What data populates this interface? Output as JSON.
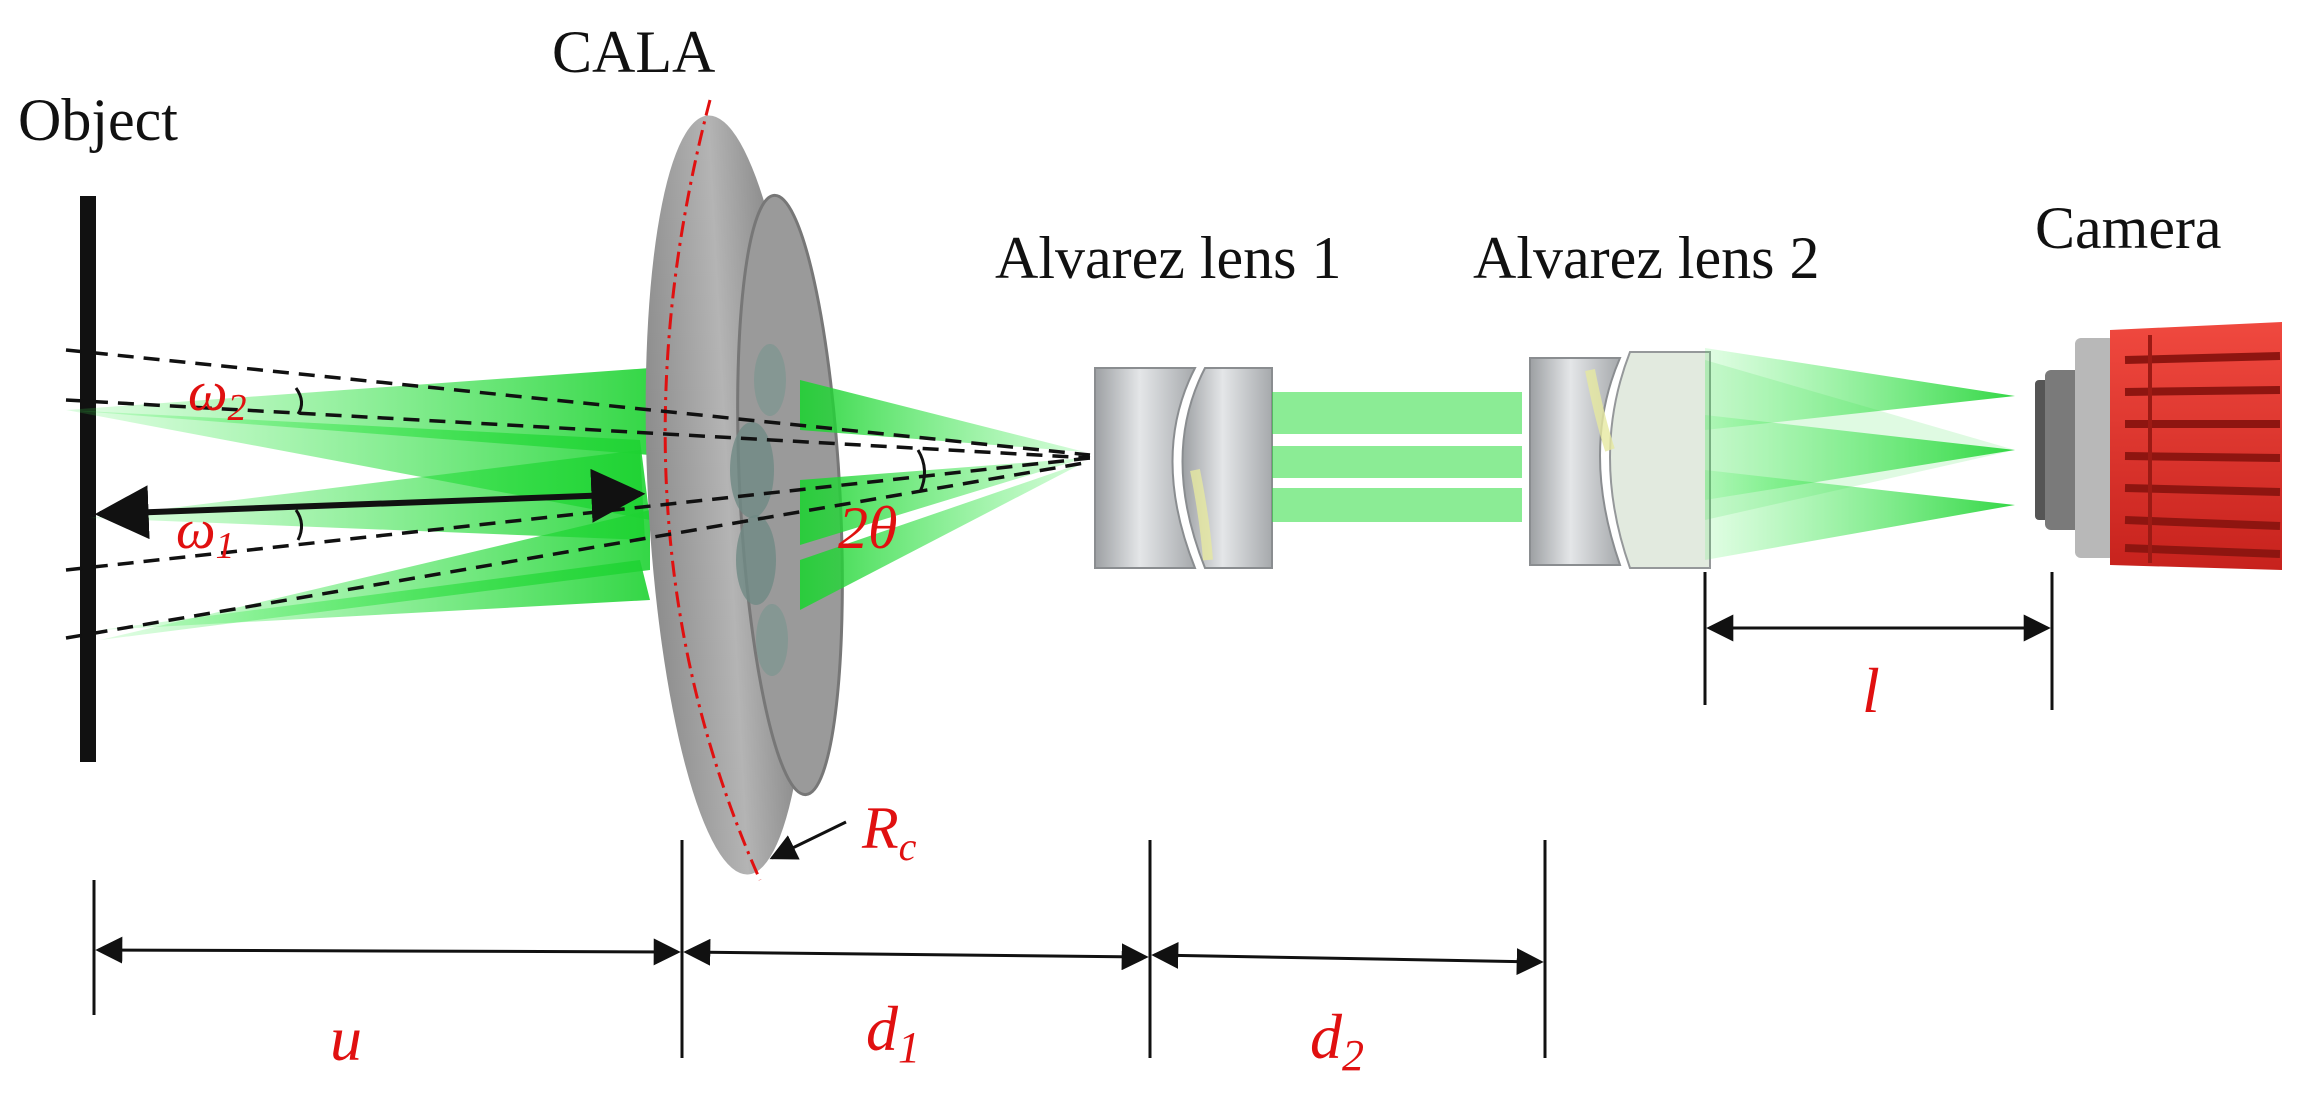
{
  "labels": {
    "object": "Object",
    "cala": "CALA",
    "alvarez1": "Alvarez lens 1",
    "alvarez2": "Alvarez lens 2",
    "camera": "Camera"
  },
  "symbols": {
    "omega2": "ω",
    "omega2_sub": "2",
    "omega1": "ω",
    "omega1_sub": "1",
    "two_theta": "2θ",
    "rc": "R",
    "rc_sub": "c",
    "u": "u",
    "d1": "d",
    "d1_sub": "1",
    "d2": "d",
    "d2_sub": "2",
    "l": "l"
  },
  "colors": {
    "beam": "#22dd33",
    "symbol": "#e01010",
    "camera_body": "#e5312c",
    "lens_gray": "#b9bcbf"
  }
}
